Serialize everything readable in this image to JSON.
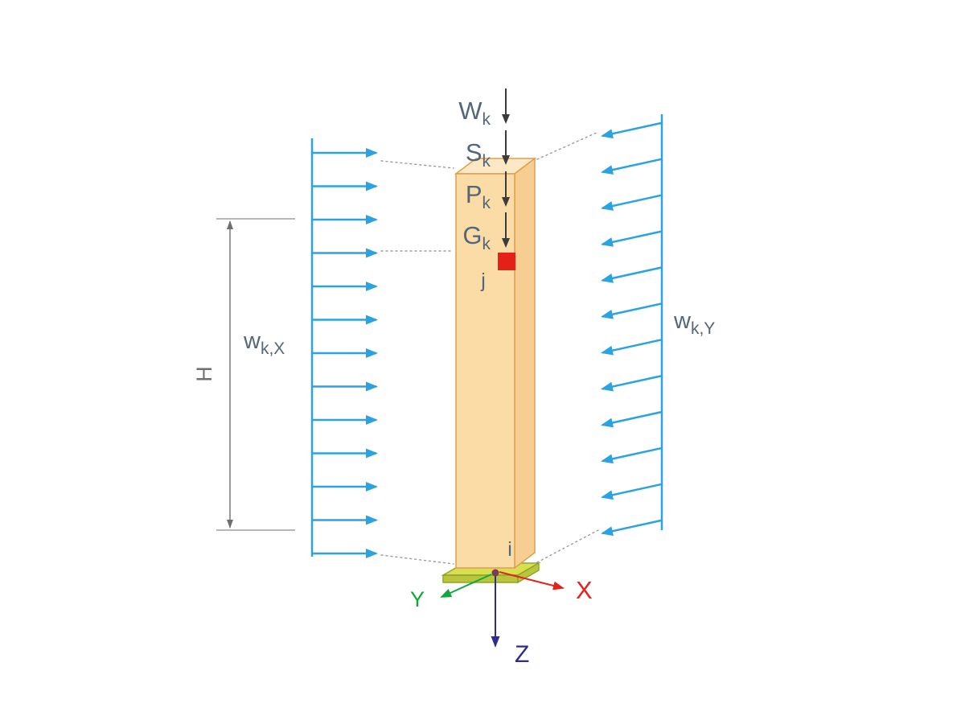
{
  "diagram": {
    "type": "structural-column-load-diagram",
    "top_loads": [
      {
        "base": "W",
        "sub": "k"
      },
      {
        "base": "S",
        "sub": "k"
      },
      {
        "base": "P",
        "sub": "k"
      },
      {
        "base": "G",
        "sub": "k"
      }
    ],
    "wind_load_x": {
      "base": "w",
      "sub": "k,X",
      "arrow_count": 13
    },
    "wind_load_y": {
      "base": "w",
      "sub": "k,Y",
      "arrow_count": 12
    },
    "height_dimension": "H",
    "node_top": "j",
    "node_bottom": "i",
    "axis_x": "X",
    "axis_y": "Y",
    "axis_z": "Z"
  },
  "colors": {
    "wind_blue": "#2BA2E2",
    "column_front": "#FBDCA6",
    "column_top": "#FCE8C4",
    "column_side": "#F6CE92",
    "column_stroke": "#DD9F4F",
    "plate_top": "#D8E04F",
    "plate_front": "#B9C63C",
    "plate_stroke": "#8FA32B",
    "axis_x_red": "#E5231B",
    "axis_y_green": "#0EA83E",
    "axis_z_navy": "#2C2C91",
    "marker_red": "#E32119",
    "label_slate": "#53677A",
    "dim_gray": "#6F6F6F",
    "force_arrow_dark": "#3C3C3C",
    "origin_dot": "#7E3B5A"
  }
}
